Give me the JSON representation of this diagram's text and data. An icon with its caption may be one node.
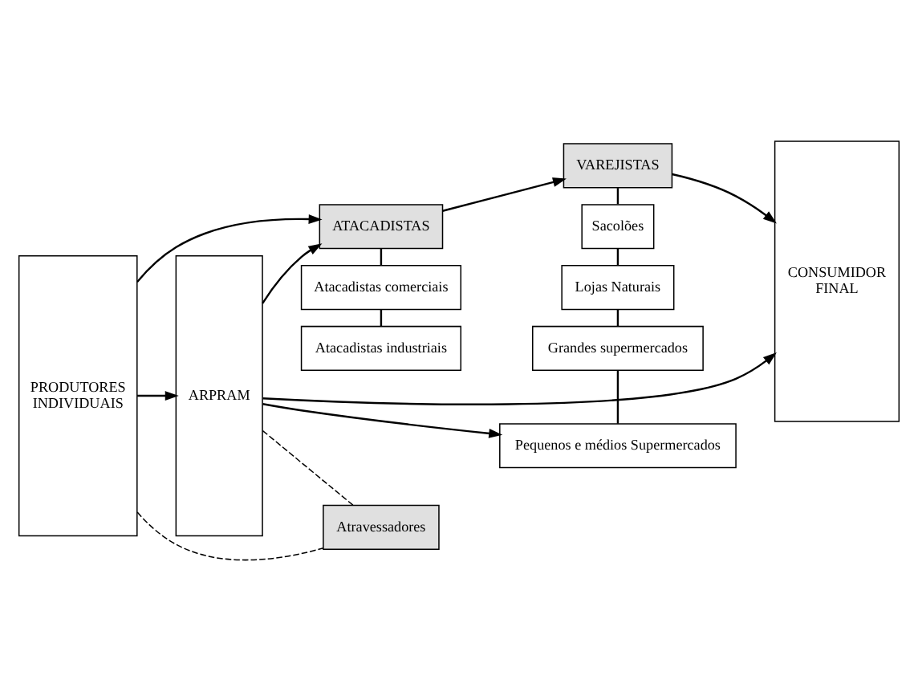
{
  "diagram": {
    "nodes": [
      {
        "text": [
          "PRODUTORES INDIVIDUAIS"
        ]
      },
      {
        "text": [
          "ARPRAM"
        ]
      },
      {
        "text": [
          "ATACADISTAS"
        ]
      },
      {
        "text": [
          "VAREJISTAS"
        ]
      },
      {
        "text": [
          "CONSUMIDOR FINAL"
        ]
      },
      {
        "text": [
          "Atacadistas comerciais"
        ]
      },
      {
        "text": [
          "Atacadistas industriais"
        ]
      },
      {
        "text": [
          "Sacolões"
        ]
      },
      {
        "text": [
          "Lojas Naturais"
        ]
      },
      {
        "text": [
          "Grandes supermercados"
        ]
      },
      {
        "text": [
          "Pequenos e médios Supermercados"
        ]
      },
      {
        "text": [
          "Atravessadores"
        ]
      }
    ],
    "edges": [
      {
        "from": 0,
        "to": 2,
        "arrow": "to"
      },
      {
        "from": 1,
        "to": 2,
        "arrow": "to"
      },
      {
        "from": 0,
        "to": 1,
        "arrow": "to"
      },
      {
        "from": 2,
        "to": 3,
        "arrow": "to"
      },
      {
        "from": 3,
        "to": 4,
        "arrow": "to"
      },
      {
        "from": 2,
        "to": 5,
        "arrow": "none"
      },
      {
        "from": 5,
        "to": 6,
        "arrow": "none"
      },
      {
        "from": 3,
        "to": 7,
        "arrow": "none"
      },
      {
        "from": 7,
        "to": 8,
        "arrow": "none"
      },
      {
        "from": 8,
        "to": 9,
        "arrow": "none"
      },
      {
        "from": 9,
        "to": 10,
        "arrow": "none"
      },
      {
        "from": 1,
        "to": 10,
        "arrow": "to"
      },
      {
        "from": 1,
        "to": 4,
        "arrow": "to"
      },
      {
        "from": 1,
        "to": 11,
        "arrow": "none",
        "style": "dashed"
      },
      {
        "from": 0,
        "to": 11,
        "arrow": "none",
        "style": "dashed"
      }
    ]
  }
}
